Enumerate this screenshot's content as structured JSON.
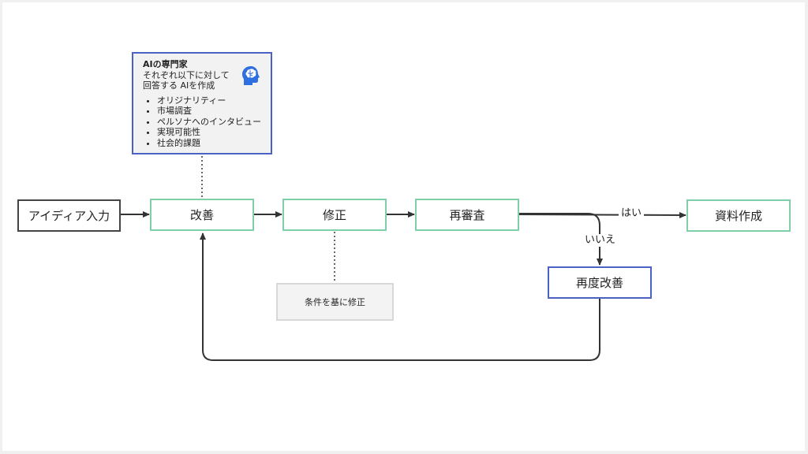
{
  "nodes": {
    "idea_input": "アイディア入力",
    "improve": "改善",
    "revise": "修正",
    "re_review": "再審査",
    "create_docs": "資料作成",
    "re_improve": "再度改善",
    "revise_note": "条件を基に修正"
  },
  "edges": {
    "yes_label": "はい",
    "no_label": "いいえ"
  },
  "expert": {
    "title": "AIの専門家",
    "description_line1": "それぞれ以下に対して",
    "description_line2": "回答する AIを作成",
    "items": [
      "オリジナリティー",
      "市場調査",
      "ペルソナへのインタビュー",
      "実現可能性",
      "社会的課題"
    ],
    "icon": "brain-head-icon"
  },
  "colors": {
    "green_border": "#7fd0a8",
    "blue_border": "#4a62c4",
    "dark_border": "#444444",
    "icon_blue": "#2f6fe0"
  }
}
